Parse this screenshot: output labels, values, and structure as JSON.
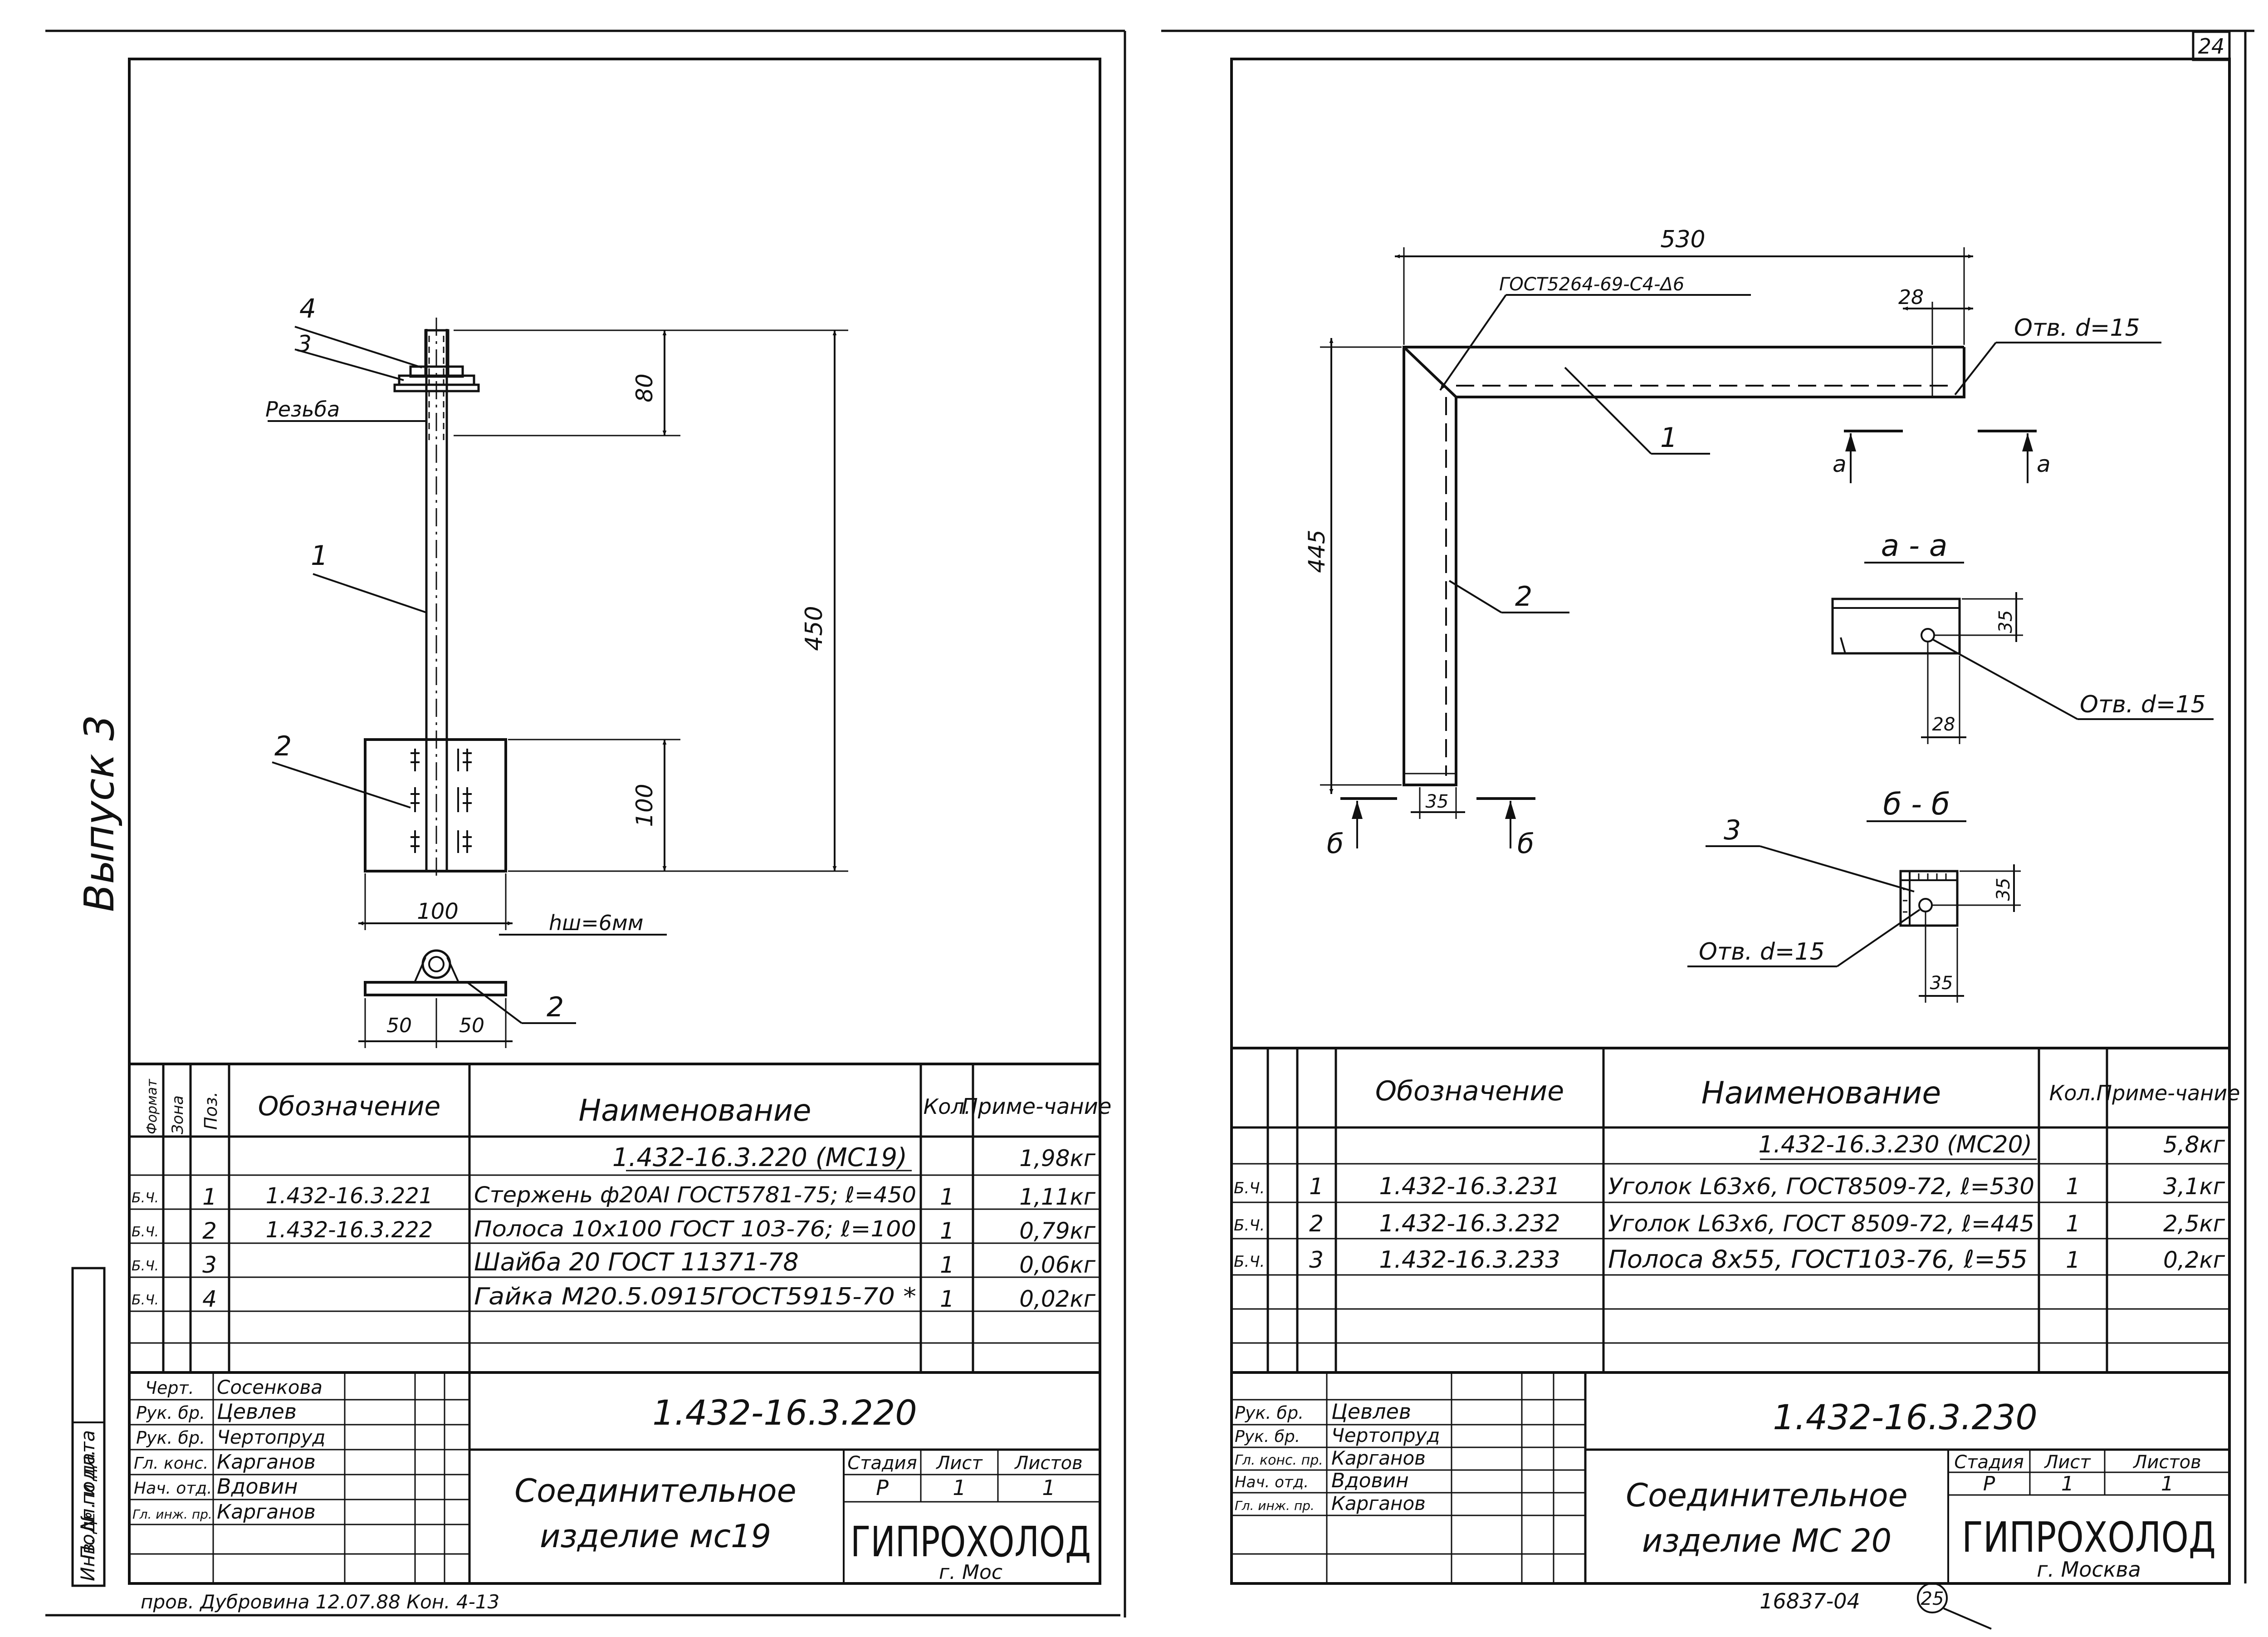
{
  "margin": {
    "issue": "Выпуск 3",
    "inv_orig": "Инв. № подл.",
    "sign_date": "Подп. и дата"
  },
  "page_numbers": {
    "top": "24",
    "bottom": "25"
  },
  "left": {
    "callouts": {
      "c4": "4",
      "c3": "3",
      "thread": "Резьба",
      "c1": "1",
      "c2": "2",
      "c2b": "2"
    },
    "dims": {
      "d80": "80",
      "d450": "450",
      "d100v": "100",
      "d100h": "100",
      "hw": "hш=6мм",
      "d50a": "50",
      "d50b": "50"
    },
    "spec": {
      "headers": {
        "format": "Формат",
        "zone": "Зона",
        "pos": "Поз.",
        "designation": "Обозначение",
        "name": "Наименование",
        "qty": "Кол.",
        "note": "Приме-чание"
      },
      "title_row": {
        "name": "1.432-16.3.220 (МС19)",
        "note": "1,98кг"
      },
      "rows": [
        {
          "format": "Б.Ч.",
          "pos": "1",
          "designation": "1.432-16.3.221",
          "name": "Стержень ф20АI ГОСТ5781-75; ℓ=450",
          "qty": "1",
          "note": "1,11кг"
        },
        {
          "format": "Б.Ч.",
          "pos": "2",
          "designation": "1.432-16.3.222",
          "name": "Полоса 10х100 ГОСТ 103-76; ℓ=100",
          "qty": "1",
          "note": "0,79кг"
        },
        {
          "format": "Б.Ч.",
          "pos": "3",
          "designation": "",
          "name": "Шайба 20 ГОСТ 11371-78",
          "qty": "1",
          "note": "0,06кг"
        },
        {
          "format": "Б.Ч.",
          "pos": "4",
          "designation": "",
          "name": "Гайка М20.5.0915ГОСТ5915-70 *",
          "qty": "1",
          "note": "0,02кг"
        }
      ]
    },
    "stamp": {
      "people": [
        {
          "role": "Черт.",
          "name": "Сосенкова"
        },
        {
          "role": "Рук. бр.",
          "name": "Цевлев"
        },
        {
          "role": "Рук. бр.",
          "name": "Чертопруд"
        },
        {
          "role": "Гл. конс.",
          "name": "Карганов"
        },
        {
          "role": "Нач. отд.",
          "name": "Вдовин"
        },
        {
          "role": "Гл. инж. пр.",
          "name": "Карганов"
        }
      ],
      "code": "1.432-16.3.220",
      "title_line1": "Соединительное",
      "title_line2": "изделие мс19",
      "stage_label": "Стадия",
      "sheet_label": "Лист",
      "sheets_label": "Листов",
      "stage": "Р",
      "sheet": "1",
      "sheets": "1",
      "org": "ГИПРОХОЛОД",
      "city": "г. Мос"
    },
    "footer_note": "пров. Дубровина 12.07.88 Кон. 4-13"
  },
  "right": {
    "callouts": {
      "weld": "ГОСТ5264-69-С4-Δ6",
      "c1": "1",
      "c2": "2",
      "c3": "3"
    },
    "dims": {
      "d530": "530",
      "d28": "28",
      "d445": "445",
      "d35a": "35",
      "d35b": "35",
      "d28b": "28",
      "d35c": "35",
      "d35d": "35"
    },
    "holes": {
      "h1": "Отв. d=15",
      "h2": "Отв. d=15",
      "h3": "Отв. d=15"
    },
    "sections": {
      "aa": "а - а",
      "bb": "б - б",
      "a": "а",
      "b": "б"
    },
    "spec": {
      "headers": {
        "designation": "Обозначение",
        "name": "Наименование",
        "qty": "Кол.",
        "note": "Приме-чание"
      },
      "title_row": {
        "name": "1.432-16.3.230 (МС20)",
        "note": "5,8кг"
      },
      "rows": [
        {
          "format": "Б.Ч.",
          "pos": "1",
          "designation": "1.432-16.3.231",
          "name": "Уголок L63х6, ГОСТ8509-72, ℓ=530",
          "qty": "1",
          "note": "3,1кг"
        },
        {
          "format": "Б.Ч.",
          "pos": "2",
          "designation": "1.432-16.3.232",
          "name": "Уголок L63х6, ГОСТ 8509-72, ℓ=445",
          "qty": "1",
          "note": "2,5кг"
        },
        {
          "format": "Б.Ч.",
          "pos": "3",
          "designation": "1.432-16.3.233",
          "name": "Полоса 8х55, ГОСТ103-76, ℓ=55",
          "qty": "1",
          "note": "0,2кг"
        }
      ]
    },
    "stamp": {
      "people": [
        {
          "role": "Рук. бр.",
          "name": "Цевлев"
        },
        {
          "role": "Рук. бр.",
          "name": "Чертопруд"
        },
        {
          "role": "Гл. конс. пр.",
          "name": "Карганов"
        },
        {
          "role": "Нач. отд.",
          "name": "Вдовин"
        },
        {
          "role": "Гл. инж. пр.",
          "name": "Карганов"
        }
      ],
      "code": "1.432-16.3.230",
      "title_line1": "Соединительное",
      "title_line2": "изделие МС 20",
      "stage_label": "Стадия",
      "sheet_label": "Лист",
      "sheets_label": "Листов",
      "stage": "Р",
      "sheet": "1",
      "sheets": "1",
      "org": "ГИПРОХОЛОД",
      "city": "г. Москва"
    },
    "archive_no": "16837-04"
  }
}
